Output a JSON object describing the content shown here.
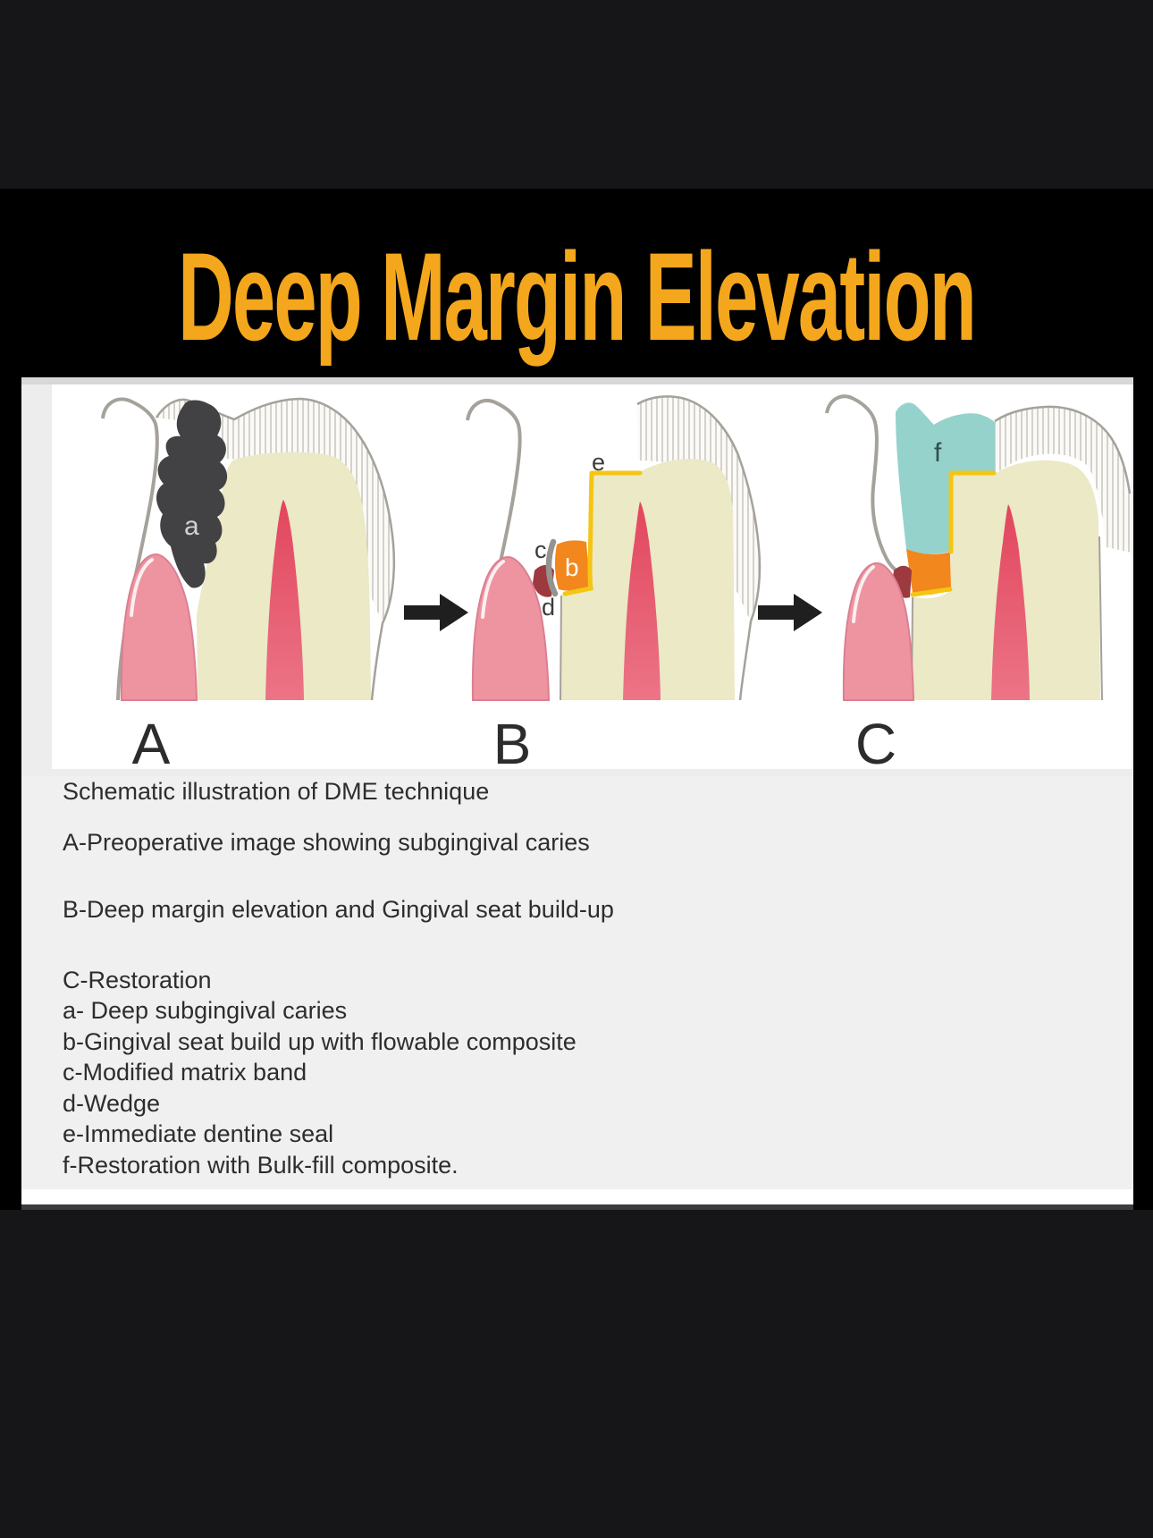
{
  "title": "Deep Margin Elevation",
  "figure": {
    "panel_labels": [
      "A",
      "B",
      "C"
    ],
    "markers": {
      "a": "a",
      "b": "b",
      "c": "c",
      "d": "d",
      "e": "e",
      "f": "f"
    }
  },
  "caption": {
    "lines": [
      "Schematic illustration of DME technique",
      "A-Preoperative image showing subgingival caries",
      "B-Deep margin elevation and Gingival seat build-up",
      "C-Restoration",
      "a- Deep subgingival caries",
      "b-Gingival seat build up with flowable composite",
      "c-Modified matrix band",
      "d-Wedge",
      "e-Immediate dentine seal",
      "f-Restoration with Bulk-fill composite."
    ]
  },
  "colors": {
    "title": "#F4A71C",
    "frame-bg": "#161618",
    "video-black": "#000000",
    "panel": "#EDEDEE",
    "caption-bg": "#F1F0F1",
    "divider": "#3B3B3D",
    "ink": "#2D2D2D",
    "caries": "#424245",
    "gingiva": "#EE94A1",
    "gingiva-edge": "#DB7F90",
    "dentin": "#EBE9C6",
    "pulp-top": "#E2465D",
    "pulp-bottom": "#EC7486",
    "composite-orange": "#F2871D",
    "seal-yellow": "#F5C513",
    "restoration-teal": "#95D2CC",
    "matrix-band": "#96938F",
    "wedge": "#9C3A3F",
    "tooth-outline": "#A5A19B",
    "hatch": "#B5B1AA",
    "arrow": "#1F1F1F",
    "label-light": "#D2D1D1"
  }
}
